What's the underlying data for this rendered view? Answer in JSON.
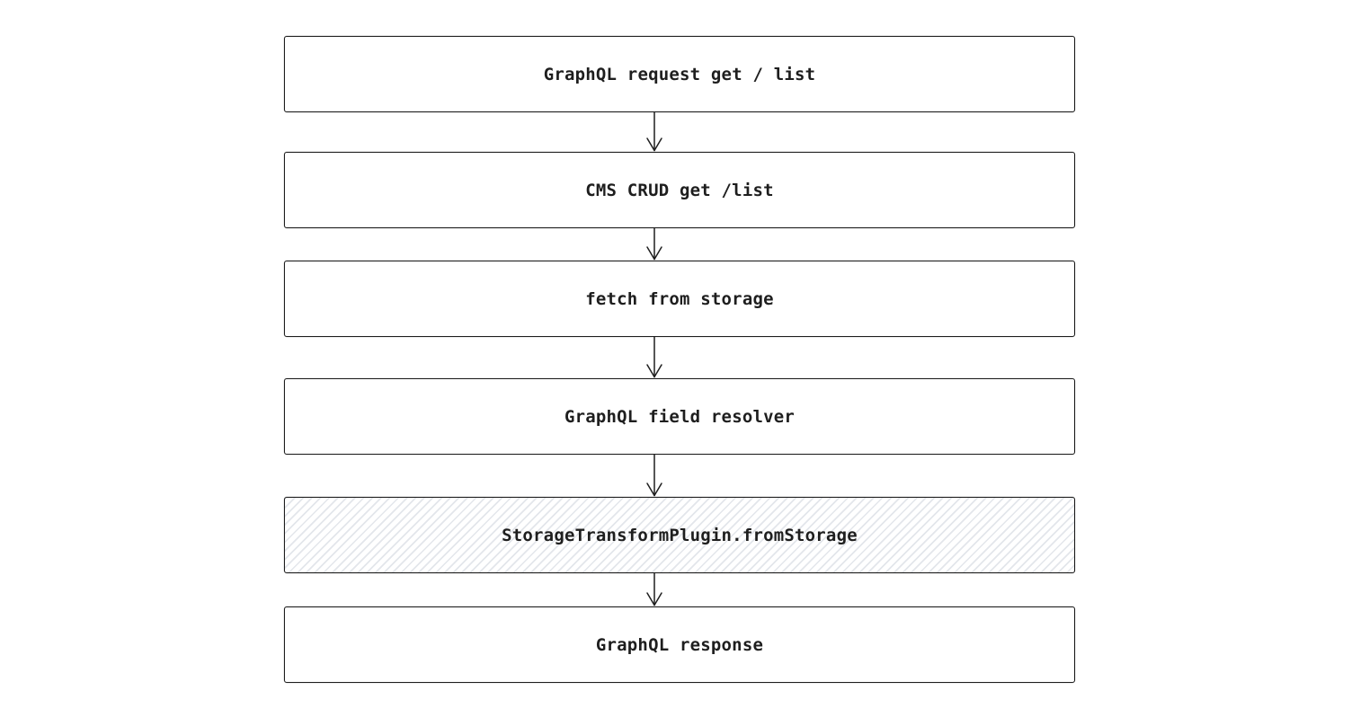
{
  "diagram": {
    "type": "flowchart",
    "direction": "top-down",
    "background_color": "#ffffff",
    "stroke_color": "#1e1e1e",
    "hatch_fill_color": "#e3e6eb",
    "nodes": [
      {
        "id": "graphql-request",
        "label": "GraphQL request get / list",
        "fill": "white"
      },
      {
        "id": "cms-crud",
        "label": "CMS CRUD get /list",
        "fill": "white"
      },
      {
        "id": "fetch-from-storage",
        "label": "fetch from storage",
        "fill": "white"
      },
      {
        "id": "graphql-field-resolver",
        "label": "GraphQL field resolver",
        "fill": "white"
      },
      {
        "id": "storage-transform-plugin",
        "label": "StorageTransformPlugin.fromStorage",
        "fill": "hachure"
      },
      {
        "id": "graphql-response",
        "label": "GraphQL response",
        "fill": "white"
      }
    ],
    "edges": [
      {
        "from": "graphql-request",
        "to": "cms-crud"
      },
      {
        "from": "cms-crud",
        "to": "fetch-from-storage"
      },
      {
        "from": "fetch-from-storage",
        "to": "graphql-field-resolver"
      },
      {
        "from": "graphql-field-resolver",
        "to": "storage-transform-plugin"
      },
      {
        "from": "storage-transform-plugin",
        "to": "graphql-response"
      }
    ]
  }
}
